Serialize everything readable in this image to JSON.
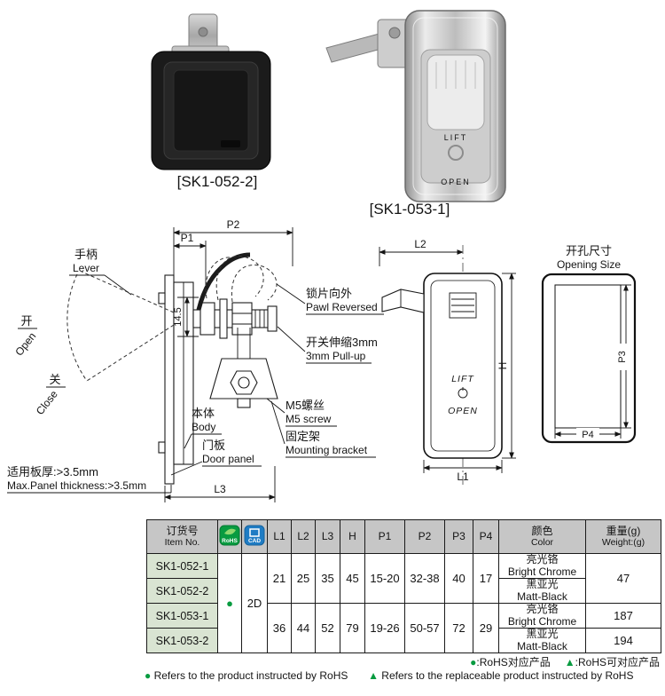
{
  "products": {
    "left_label": "[SK1-052-2]",
    "right_label": "[SK1-053-1]",
    "right_lift": "LIFT",
    "right_open": "OPEN"
  },
  "diagram_left": {
    "p2": "P2",
    "p1": "P1",
    "dim_14_5": "14.5",
    "l3": "L3",
    "lever_cn": "手柄",
    "lever_en": "Lever",
    "open_cn": "开",
    "open_en": "Open",
    "close_cn": "关",
    "close_en": "Close",
    "pawl_cn": "锁片向外",
    "pawl_en": "Pawl Reversed",
    "pullup_cn": "开关伸缩3mm",
    "pullup_en": "3mm Pull-up",
    "m5_cn": "M5螺丝",
    "m5_en": "M5 screw",
    "body_cn": "本体",
    "body_en": "Body",
    "bracket_cn": "固定架",
    "bracket_en": "Mounting bracket",
    "door_cn": "门板",
    "door_en": "Door panel",
    "thickness_cn": "适用板厚:>3.5mm",
    "thickness_en": "Max.Panel thickness:>3.5mm"
  },
  "diagram_right": {
    "l2": "L2",
    "h": "H",
    "l1": "L1",
    "lift": "LIFT",
    "open": "OPEN"
  },
  "opening": {
    "title_cn": "开孔尺寸",
    "title_en": "Opening Size",
    "p3": "P3",
    "p4": "P4"
  },
  "table": {
    "header": {
      "item_cn": "订货号",
      "item_en": "Item No.",
      "rohs": "RoHS",
      "cad": "CAD",
      "l1": "L1",
      "l2": "L2",
      "l3": "L3",
      "h": "H",
      "p1": "P1",
      "p2": "P2",
      "p3": "P3",
      "p4": "P4",
      "color_cn": "颜色",
      "color_en": "Color",
      "weight_cn": "重量(g)",
      "weight_en": "Weight:(g)"
    },
    "rohs_mark": "●",
    "cad_value": "2D",
    "groups": [
      {
        "l1": "21",
        "l2": "25",
        "l3": "35",
        "h": "45",
        "p1": "15-20",
        "p2": "32-38",
        "p3": "40",
        "p4": "17"
      },
      {
        "l1": "36",
        "l2": "44",
        "l3": "52",
        "h": "79",
        "p1": "19-26",
        "p2": "50-57",
        "p3": "72",
        "p4": "29"
      }
    ],
    "rows": [
      {
        "item": "SK1-052-1",
        "color_cn": "亮光铬",
        "color_en": "Bright Chrome",
        "weight": "47"
      },
      {
        "item": "SK1-052-2",
        "color_cn": "黑亚光",
        "color_en": "Matt-Black"
      },
      {
        "item": "SK1-053-1",
        "color_cn": "亮光铬",
        "color_en": "Bright Chrome",
        "weight": "187"
      },
      {
        "item": "SK1-053-2",
        "color_cn": "黑亚光",
        "color_en": "Matt-Black",
        "weight": "194"
      }
    ]
  },
  "footnotes": {
    "dot": "●",
    "tri": "▲",
    "cn_dot_text": ":RoHS对应产品",
    "cn_tri_text": ":RoHS可对应产品",
    "en_dot_text": "Refers to the product instructed by RoHS",
    "en_tri_text": "Refers to the replaceable product instructed by RoHS"
  },
  "colors": {
    "header_bg": "#c6c6c6",
    "item_cell_bg": "#d9e4d2",
    "rohs_green": "#089b40",
    "cad_blue": "#1f7cc4",
    "mark_green": "#089b40"
  }
}
